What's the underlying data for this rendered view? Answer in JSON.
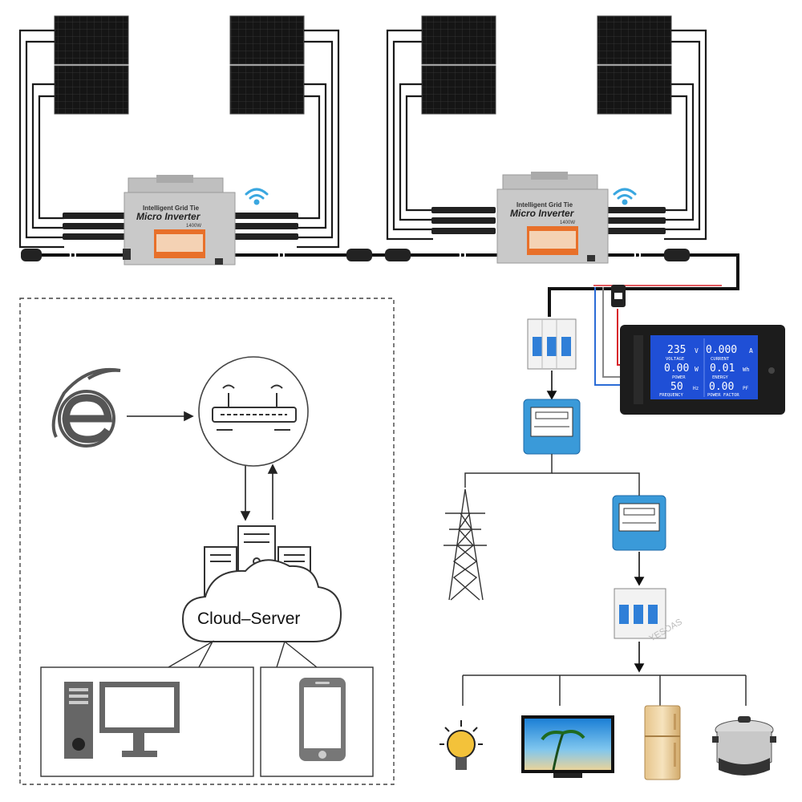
{
  "colors": {
    "panel": "#141414",
    "inverter_body": "#c9c9c9",
    "inverter_label": "#e8702a",
    "wire": "#1a1a1a",
    "wifi": "#3aa7e0",
    "lcd_bg": "#1f4fd6",
    "meter": "#3a9ad9",
    "wire_red": "#d8232a",
    "wire_blue": "#2b6cd6"
  },
  "inverters": [
    {
      "brand_line": "Intelligent Grid Tie",
      "title": "Micro Inverter",
      "rating": "1400W"
    },
    {
      "brand_line": "Intelligent Grid Tie",
      "title": "Micro Inverter",
      "rating": "1400W"
    }
  ],
  "power_meter": {
    "row1": {
      "left_value": "235",
      "left_unit": "V",
      "right_value": "0.000",
      "right_unit": "A"
    },
    "row1_labels": {
      "left": "VOLTAGE",
      "right": "CURRENT"
    },
    "row2": {
      "left_value": "0.00",
      "left_unit": "W",
      "right_value": "0.01",
      "right_unit": "Wh"
    },
    "row2_labels": {
      "left": "POWER",
      "right": "ENERGY"
    },
    "row3": {
      "left_value": "50",
      "left_unit": "Hz",
      "right_value": "0.00",
      "right_unit": "PF"
    },
    "row3_labels": {
      "left": "FREQUENCY",
      "right": "POWER FACTOR"
    }
  },
  "cloud": {
    "label": "Cloud–Server"
  },
  "watermark": {
    "text": "YESOAS"
  },
  "icons": {
    "browser": "internet-explorer-icon",
    "router": "wifi-router-icon",
    "server": "server-tower-icon",
    "desktop": "desktop-computer-icon",
    "phone": "smartphone-icon",
    "tower": "transmission-tower-icon",
    "bulb": "light-bulb-icon",
    "tv": "television-icon",
    "fridge": "refrigerator-icon",
    "cooker": "rice-cooker-icon"
  }
}
